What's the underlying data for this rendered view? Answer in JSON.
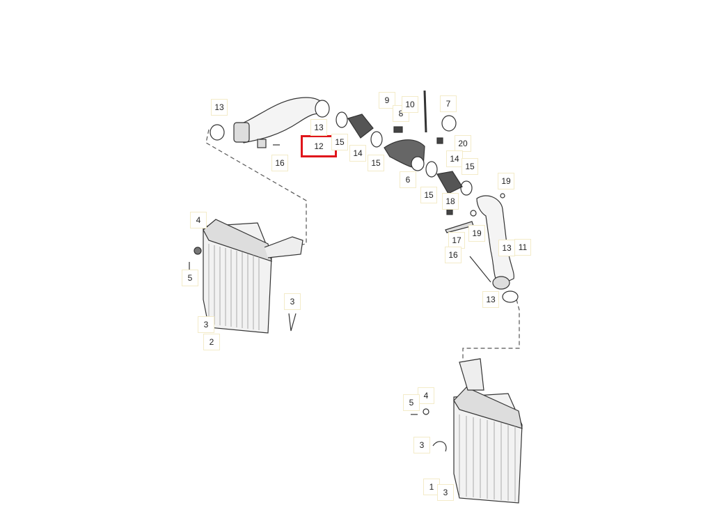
{
  "diagram": {
    "highlight_color": "#e0151b",
    "callouts": [
      {
        "id": "13",
        "selected": false
      },
      {
        "id": "12",
        "selected": true
      },
      {
        "id": "13",
        "selected": false
      },
      {
        "id": "16",
        "selected": false
      },
      {
        "id": "15",
        "selected": false
      },
      {
        "id": "14",
        "selected": false
      },
      {
        "id": "15",
        "selected": false
      },
      {
        "id": "9",
        "selected": false
      },
      {
        "id": "8",
        "selected": false
      },
      {
        "id": "10",
        "selected": false
      },
      {
        "id": "7",
        "selected": false
      },
      {
        "id": "20",
        "selected": false
      },
      {
        "id": "6",
        "selected": false
      },
      {
        "id": "14",
        "selected": false
      },
      {
        "id": "15",
        "selected": false
      },
      {
        "id": "15",
        "selected": false
      },
      {
        "id": "19",
        "selected": false
      },
      {
        "id": "18",
        "selected": false
      },
      {
        "id": "19",
        "selected": false
      },
      {
        "id": "17",
        "selected": false
      },
      {
        "id": "13",
        "selected": false
      },
      {
        "id": "11",
        "selected": false
      },
      {
        "id": "16",
        "selected": false
      },
      {
        "id": "13",
        "selected": false
      },
      {
        "id": "4",
        "selected": false
      },
      {
        "id": "5",
        "selected": false
      },
      {
        "id": "3",
        "selected": false
      },
      {
        "id": "3",
        "selected": false
      },
      {
        "id": "2",
        "selected": false
      },
      {
        "id": "4",
        "selected": false
      },
      {
        "id": "5",
        "selected": false
      },
      {
        "id": "3",
        "selected": false
      },
      {
        "id": "1",
        "selected": false
      },
      {
        "id": "3",
        "selected": false
      }
    ]
  }
}
